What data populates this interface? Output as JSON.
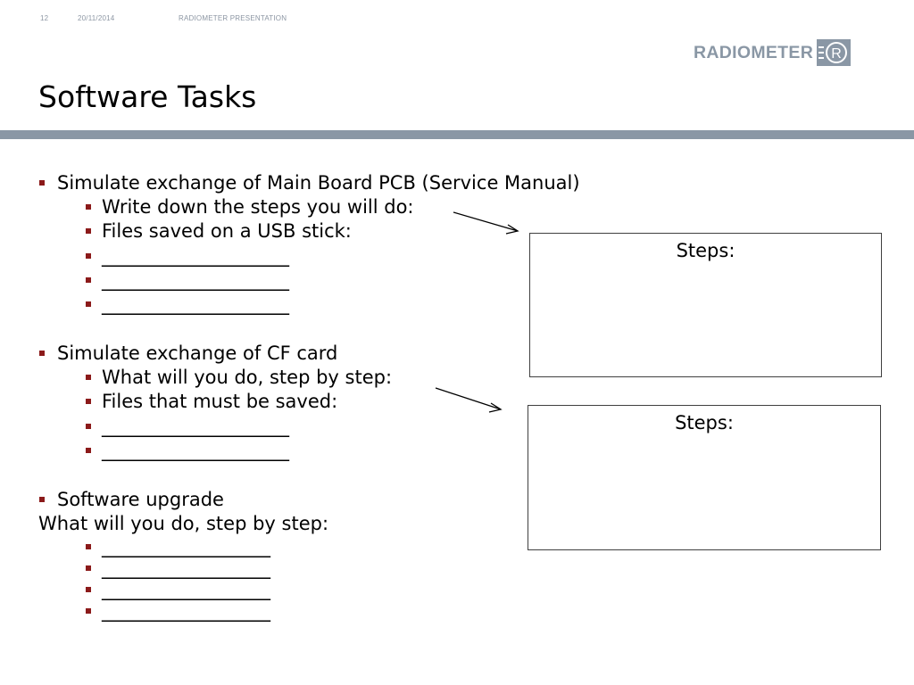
{
  "header": {
    "slide_number": "12",
    "date": "20/11/2014",
    "presentation": "RADIOMETER PRESENTATION"
  },
  "logo": {
    "text": "RADIOMETER",
    "mark": "R",
    "icon": "radiometer-logo-mark",
    "color": "#8a97a5"
  },
  "title": "Software Tasks",
  "colors": {
    "bullet": "#8b1a1a",
    "rule": "#8a97a5"
  },
  "sections": {
    "main_board": {
      "heading": "Simulate exchange of Main Board PCB (Service Manual)",
      "items": [
        "Write down the steps you will do:",
        "Files saved on a USB stick:",
        "____________________",
        "____________________",
        "____________________"
      ]
    },
    "cf_card": {
      "heading": "Simulate exchange of CF card",
      "items": [
        "What will you do, step by step:",
        "Files that must be saved:",
        "____________________",
        "____________________"
      ]
    },
    "software_upgrade": {
      "heading": "Software upgrade",
      "subheading": "What will you do, step by step:",
      "items": [
        "__________________",
        "__________________",
        "__________________",
        "__________________"
      ]
    }
  },
  "boxes": {
    "box1_label": "Steps:",
    "box2_label": "Steps:"
  }
}
